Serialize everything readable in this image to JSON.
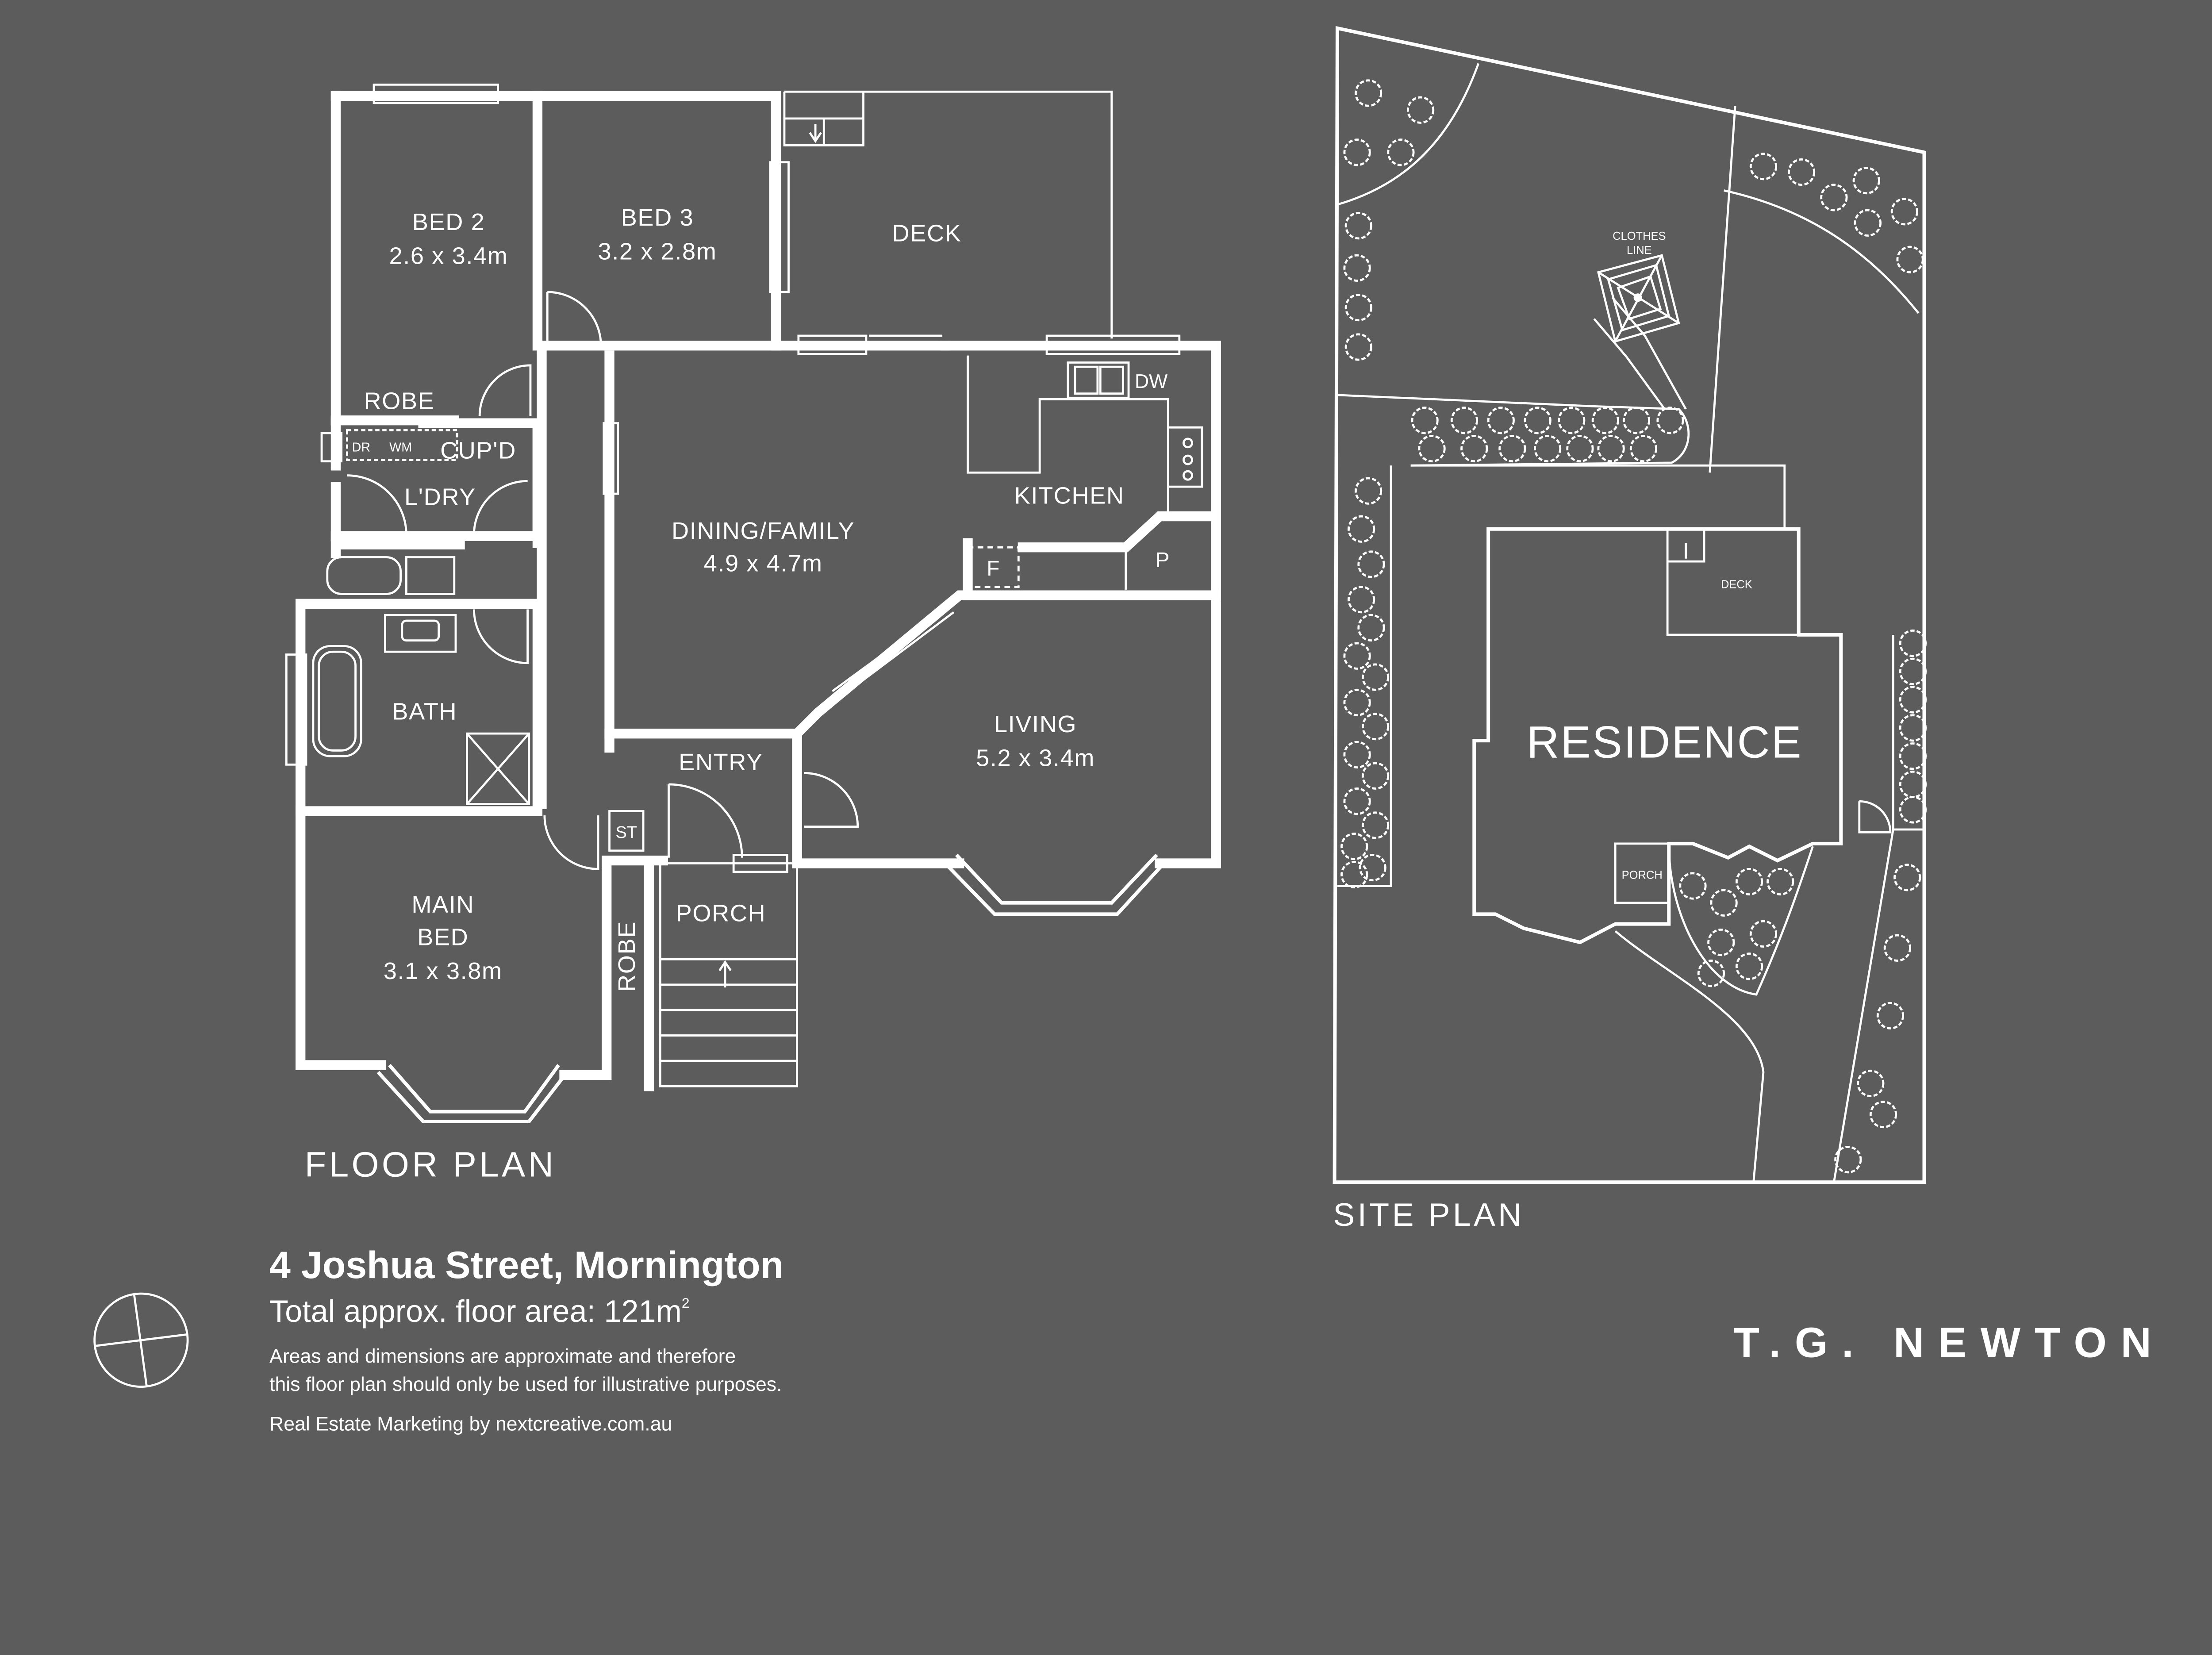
{
  "floor_plan": {
    "title": "FLOOR PLAN",
    "rooms": {
      "bed2": {
        "name": "BED 2",
        "size": "2.6 x 3.4m"
      },
      "bed3": {
        "name": "BED 3",
        "size": "3.2 x 2.8m"
      },
      "deck": {
        "name": "DECK"
      },
      "robe1": {
        "name": "ROBE"
      },
      "dr": {
        "name": "DR"
      },
      "wm": {
        "name": "WM"
      },
      "cupd": {
        "name": "CUP'D"
      },
      "ldry": {
        "name": "L'DRY"
      },
      "dw": {
        "name": "DW"
      },
      "kitchen": {
        "name": "KITCHEN"
      },
      "dining": {
        "name": "DINING/FAMILY",
        "size": "4.9 x 4.7m"
      },
      "fridge": {
        "name": "F"
      },
      "pantry": {
        "name": "P"
      },
      "bath": {
        "name": "BATH"
      },
      "entry": {
        "name": "ENTRY"
      },
      "living": {
        "name": "LIVING",
        "size": "5.2 x 3.4m"
      },
      "st": {
        "name": "ST"
      },
      "porch": {
        "name": "PORCH"
      },
      "main_bed": {
        "name1": "MAIN",
        "name2": "BED",
        "size": "3.1 x 3.8m"
      },
      "robe2": {
        "name": "ROBE"
      }
    }
  },
  "site_plan": {
    "title": "SITE PLAN",
    "residence": "RESIDENCE",
    "deck": "DECK",
    "porch": "PORCH",
    "clothes_line_1": "CLOTHES",
    "clothes_line_2": "LINE"
  },
  "info": {
    "address": "4 Joshua Street, Mornington",
    "area_label": "Total approx. floor area: 121m",
    "area_sup": "2",
    "disclaimer_1": "Areas and dimensions are approximate and therefore",
    "disclaimer_2": "this floor plan should only be used for illustrative purposes.",
    "credit": "Real Estate Marketing by nextcreative.com.au"
  },
  "brand": {
    "name": "T.G. NEWTON"
  },
  "colors": {
    "background": "#5c5c5c",
    "lines": "#ffffff"
  }
}
